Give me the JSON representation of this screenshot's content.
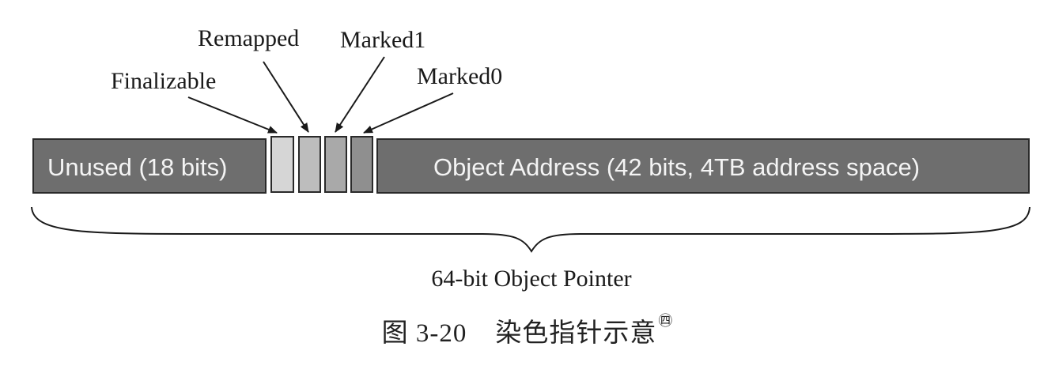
{
  "diagram": {
    "segments": {
      "unused": {
        "label": "Unused (18 bits)"
      },
      "finalizable": {
        "label": "Finalizable"
      },
      "remapped": {
        "label": "Remapped"
      },
      "marked1": {
        "label": "Marked1"
      },
      "marked0": {
        "label": "Marked0"
      },
      "address": {
        "label": "Object Address (42 bits, 4TB address space)"
      }
    },
    "pointer_label": "64-bit Object Pointer"
  },
  "caption": {
    "figure_number": "图 3-20",
    "text": "染色指针示意",
    "footnote_mark": "㊃"
  },
  "colors": {
    "unused_fill": "#6e6e6e",
    "address_fill": "#6e6e6e",
    "finalizable_fill": "#d6d6d6",
    "remapped_fill": "#bdbdbd",
    "marked1_fill": "#a9a9a9",
    "marked0_fill": "#8f8f8f",
    "outline": "#2a2a2a"
  }
}
